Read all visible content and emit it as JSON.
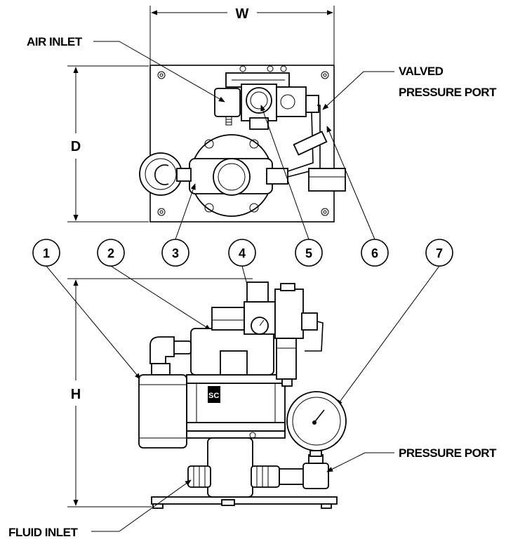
{
  "dimensions": {
    "width_label": "W",
    "depth_label": "D",
    "height_label": "H"
  },
  "callouts": {
    "air_inlet": "AIR INLET",
    "valved_pressure_port_line1": "VALVED",
    "valved_pressure_port_line2": "PRESSURE PORT",
    "pressure_port": "PRESSURE PORT",
    "fluid_inlet": "FLUID INLET"
  },
  "balloons": [
    "1",
    "2",
    "3",
    "4",
    "5",
    "6",
    "7"
  ],
  "logo": "SC"
}
